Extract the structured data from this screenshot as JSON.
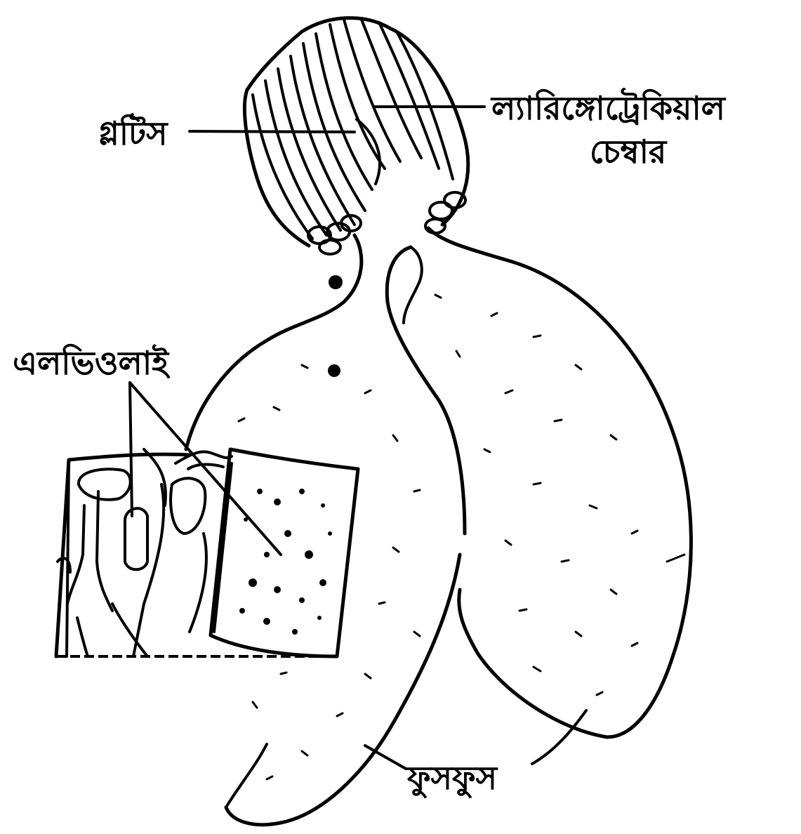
{
  "diagram": {
    "labels": {
      "glottis": "গ্লটিস",
      "laryngotracheal_line1": "ল্যারিঙ্গোট্রেকিয়াল",
      "laryngotracheal_line2": "চেম্বার",
      "alveoli": "এলভিওলাই",
      "lungs": "ফুসফুস"
    },
    "colors": {
      "ink": "#000000",
      "background": "#ffffff"
    }
  }
}
